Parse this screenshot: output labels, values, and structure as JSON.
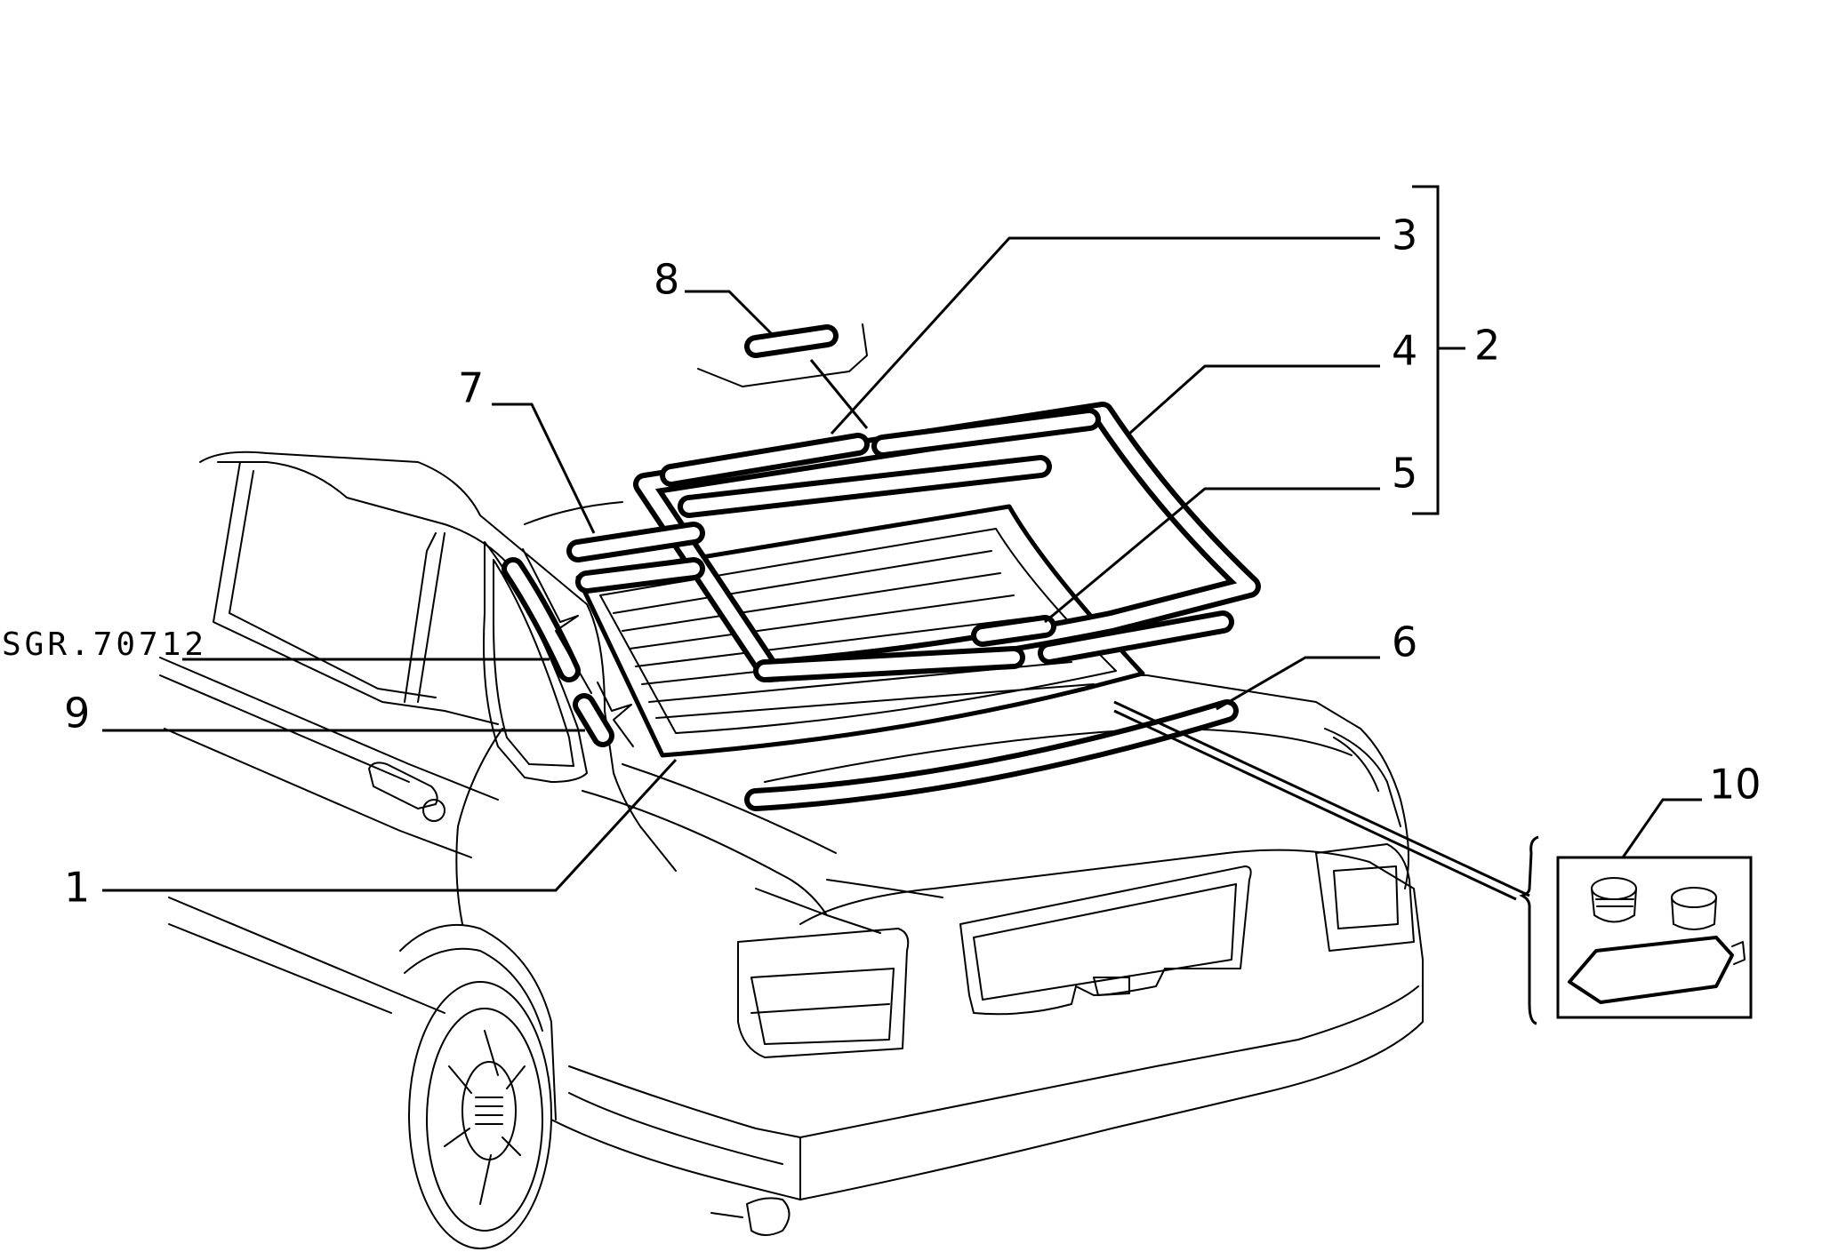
{
  "diagram": {
    "callouts": [
      {
        "id": "c1",
        "text": "1"
      },
      {
        "id": "c2",
        "text": "2"
      },
      {
        "id": "c3",
        "text": "3"
      },
      {
        "id": "c4",
        "text": "4"
      },
      {
        "id": "c5",
        "text": "5"
      },
      {
        "id": "c6",
        "text": "6"
      },
      {
        "id": "c7",
        "text": "7"
      },
      {
        "id": "c8",
        "text": "8"
      },
      {
        "id": "c9",
        "text": "9"
      },
      {
        "id": "c10",
        "text": "10"
      }
    ],
    "reference_code": "SGR.70712"
  }
}
